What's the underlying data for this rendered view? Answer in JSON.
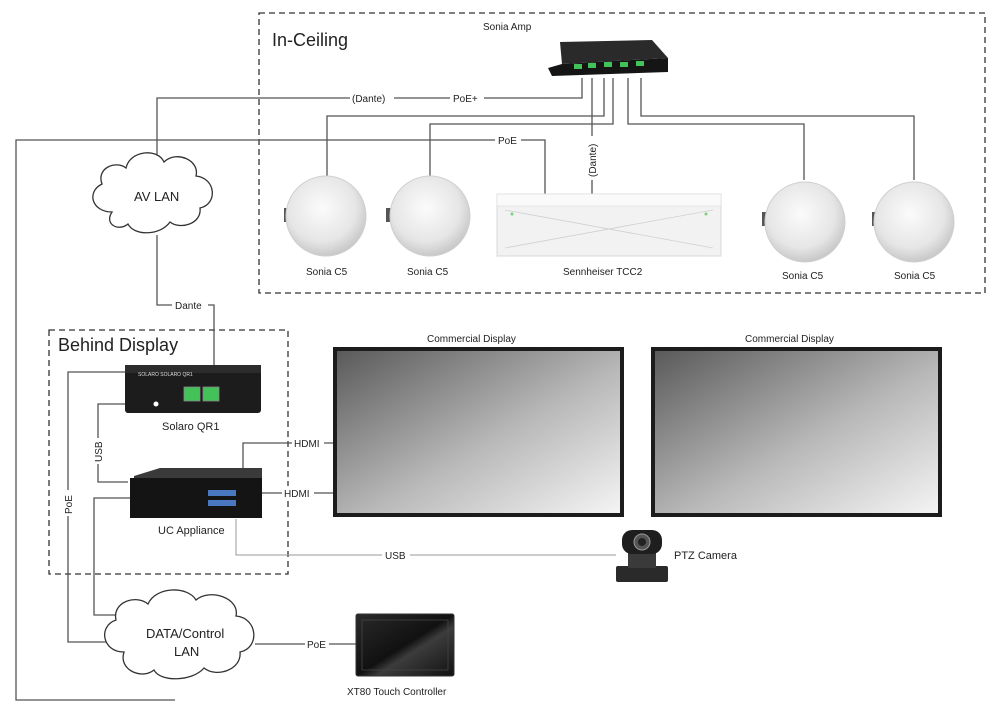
{
  "regions": {
    "in_ceiling": "In-Ceiling",
    "behind_display": "Behind Display"
  },
  "clouds": {
    "av_lan": "AV LAN",
    "data_lan_line1": "DATA/Control",
    "data_lan_line2": "LAN"
  },
  "devices": {
    "amp": "Sonia Amp",
    "speaker1": "Sonia C5",
    "speaker2": "Sonia C5",
    "speaker3": "Sonia C5",
    "speaker4": "Sonia C5",
    "mic": "Sennheiser TCC2",
    "solaro": "Solaro QR1",
    "uc": "UC Appliance",
    "display1": "Commercial Display",
    "display2": "Commercial Display",
    "camera": "PTZ Camera",
    "controller": "XT80 Touch Controller"
  },
  "connections": {
    "dante_paren_1": "(Dante)",
    "poe_plus": "PoE+",
    "poe_ceiling": "PoE",
    "dante_paren_vertical": "(Dante)",
    "dante_av": "Dante",
    "usb_vertical": "USB",
    "poe_vertical": "PoE",
    "hdmi_1": "HDMI",
    "hdmi_2": "HDMI",
    "usb_camera": "USB",
    "poe_controller": "PoE"
  },
  "device_text": {
    "solaro_brand": "SOLARO  SOLARO QR1"
  },
  "colors": {
    "port_green": "#44c25a",
    "device_dark": "#1c1c1c",
    "speaker_face": "#ececec"
  }
}
